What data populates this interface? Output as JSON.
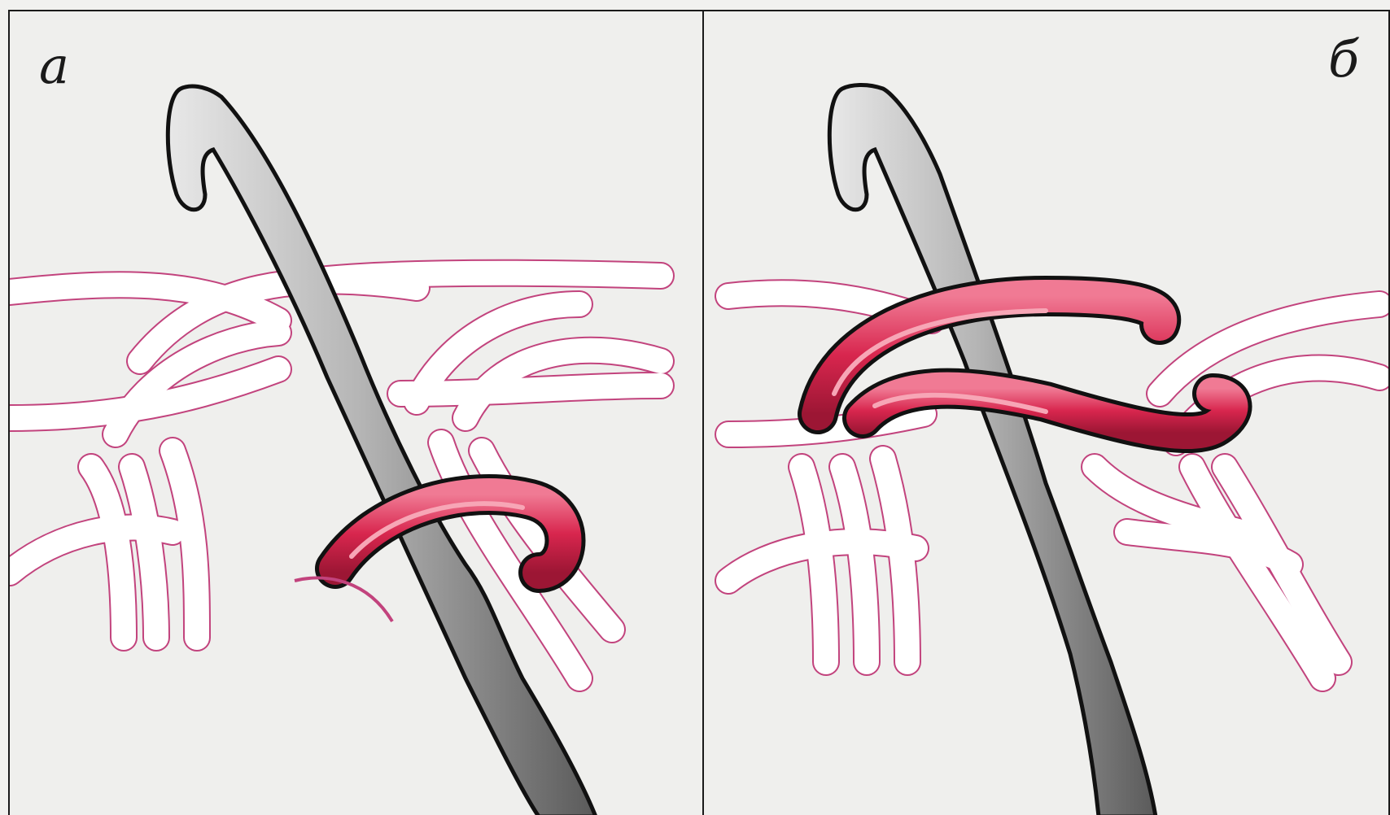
{
  "panels": [
    {
      "id": "a",
      "label": "а"
    },
    {
      "id": "b",
      "label": "б"
    }
  ],
  "colors": {
    "yarn_outline": "#c2437d",
    "yarn_fill": "#ffffff",
    "working_loop": "#d8264e",
    "hook_fill": "#b9b9b9",
    "hook_outline": "#111111",
    "background": "#efefed",
    "border": "#1a1a1a"
  },
  "icons": {
    "hook": "crochet-hook-icon",
    "loop": "yarn-loop-icon"
  }
}
